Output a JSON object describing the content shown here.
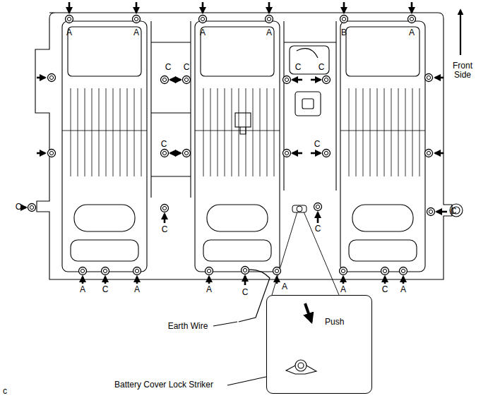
{
  "diagram": {
    "nodes": [
      {
        "text": [
          "Push"
        ]
      }
    ],
    "labels": [
      "A",
      "A",
      "A",
      "A",
      "B",
      "A",
      "Front Side",
      "C",
      "C",
      "C",
      "C",
      "C",
      "C",
      "C",
      "C",
      "C",
      "C",
      "A",
      "C",
      "A",
      "A",
      "C",
      "A",
      "A",
      "C",
      "A",
      "Earth Wire",
      "Battery Cover Lock Striker",
      "c"
    ]
  }
}
